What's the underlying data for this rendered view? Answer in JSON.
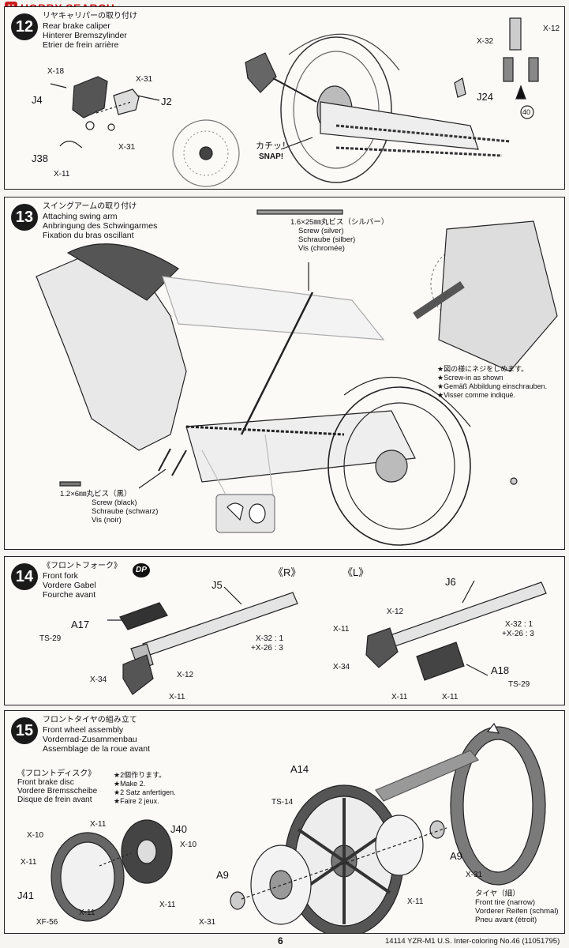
{
  "watermark": {
    "badge": "H",
    "text": "HOBBY SEARCH"
  },
  "step12": {
    "number": "12",
    "title_jp": "リヤキャリパーの取り付け",
    "title_en": "Rear brake caliper",
    "title_de": "Hinterer Bremszylinder",
    "title_fr": "Etrier de frein arrière",
    "labels": {
      "x18": "X-18",
      "x31a": "X-31",
      "j4": "J4",
      "j2": "J2",
      "x31b": "X-31",
      "j38": "J38",
      "x11": "X-11",
      "snap_jp": "カチッ！",
      "snap_en": "SNAP!",
      "j24": "J24",
      "x32": "X-32",
      "x12": "X-12",
      "ref40": "40"
    }
  },
  "step13": {
    "number": "13",
    "title_jp": "スイングアームの取り付け",
    "title_en": "Attaching swing arm",
    "title_de": "Anbringung des Schwingarmes",
    "title_fr": "Fixation du bras oscillant",
    "screw_silver": {
      "size": "1.6×25㎜丸ビス（シルバー）",
      "en": "Screw (silver)",
      "de": "Schraube (silber)",
      "fr": "Vis (chromée)"
    },
    "screw_black": {
      "size": "1.2×6㎜丸ビス（黒）",
      "en": "Screw (black)",
      "de": "Schraube (schwarz)",
      "fr": "Vis (noir)"
    },
    "note": {
      "jp": "★図の様にネジをしめます。",
      "en": "★Screw-in as shown",
      "de": "★Gemäß Abbildung einschrauben.",
      "fr": "★Visser comme indiqué."
    }
  },
  "step14": {
    "number": "14",
    "title_jp": "《フロントフォーク》",
    "dp": "DP",
    "title_en": "Front fork",
    "title_de": "Vordere Gabel",
    "title_fr": "Fourche avant",
    "right": {
      "side": "《R》",
      "part": "J5",
      "mix1": "X-32 : 1",
      "mix2": "+X-26 : 3",
      "bracket": "A17",
      "ts": "TS-29",
      "x34": "X-34",
      "x12": "X-12",
      "x11": "X-11"
    },
    "left": {
      "side": "《L》",
      "part": "J6",
      "x12": "X-12",
      "mix1": "X-32 : 1",
      "mix2": "+X-26 : 3",
      "x11a": "X-11",
      "x34": "X-34",
      "bracket": "A18",
      "ts": "TS-29",
      "x11b": "X-11",
      "x11c": "X-11"
    }
  },
  "step15": {
    "number": "15",
    "title_jp": "フロントタイヤの組み立て",
    "title_en": "Front wheel assembly",
    "title_de": "Vorderrad-Zusammenbau",
    "title_fr": "Assemblage de la roue avant",
    "disc": {
      "jp": "《フロントディスク》",
      "en": "Front brake disc",
      "de": "Vordere Bremsscheibe",
      "fr": "Disque de frein avant"
    },
    "make2": {
      "jp": "★2個作ります。",
      "en": "★Make 2.",
      "de": "★2 Satz anfertigen.",
      "fr": "★Faire 2 jeux."
    },
    "labels": {
      "x10a": "X-10",
      "x11a": "X-11",
      "j40": "J40",
      "x10b": "X-10",
      "x11b": "X-11",
      "j41": "J41",
      "x11c": "X-11",
      "xf56": "XF-56",
      "x11d": "X-11",
      "a14": "A14",
      "ts14": "TS-14",
      "a9a": "A9",
      "x31a": "X-31",
      "a9b": "A9",
      "x31b": "X-31",
      "x11e": "X-11"
    },
    "tire": {
      "jp": "タイヤ（細）",
      "en": "Front tire (narrow)",
      "de": "Vorderer Reifen (schmal)",
      "fr": "Pneu avant (étroit)"
    }
  },
  "footer": {
    "page": "6",
    "info": "14114  YZR-M1 U.S. Inter-coloring No.46 (11051795)"
  }
}
